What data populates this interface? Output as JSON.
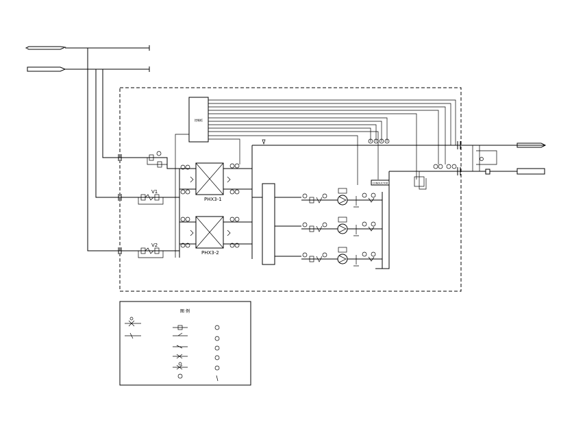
{
  "heat_exchangers": [
    {
      "label": "PHX3-1"
    },
    {
      "label": "PHX3-2"
    }
  ],
  "valves": [
    {
      "label": "V1"
    },
    {
      "label": "V2"
    }
  ],
  "tags": {
    "conductor": "CONDUCTOR"
  },
  "legend": {
    "title": "图 例"
  }
}
